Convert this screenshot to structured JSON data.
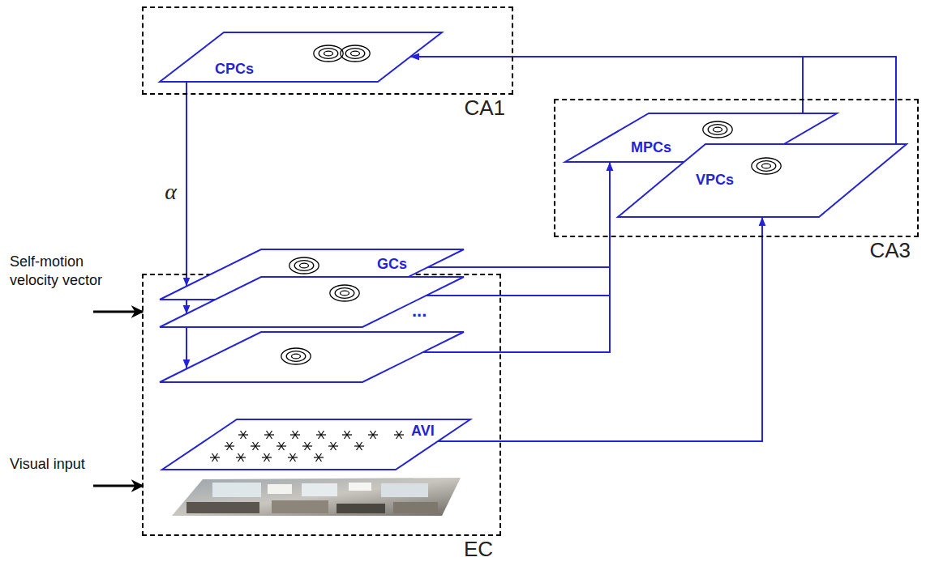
{
  "diagram": {
    "nodes": [
      {
        "text": [
          "CA1"
        ]
      },
      {
        "text": [
          "CPCs"
        ],
        "in": 0
      },
      {
        "text": [
          "CA3"
        ]
      },
      {
        "text": [
          "MPCs"
        ],
        "in": 2
      },
      {
        "text": [
          "VPCs"
        ],
        "in": 2
      },
      {
        "text": [
          "EC"
        ]
      },
      {
        "text": [
          "GCs"
        ],
        "in": 5
      },
      {
        "text": [
          "AVI"
        ],
        "in": 5
      }
    ],
    "edges": [
      {
        "from": 1,
        "to": 6,
        "label": "α",
        "arrow": "to"
      },
      {
        "from": 6,
        "to": 3,
        "arrow": "to"
      },
      {
        "from": 7,
        "to": 4,
        "arrow": "to"
      },
      {
        "from": 3,
        "to": 1,
        "arrow": "to"
      },
      {
        "from": 4,
        "to": 1,
        "arrow": "to"
      }
    ],
    "labels": [
      "...",
      "Self-motion velocity vector",
      "Visual input"
    ]
  }
}
